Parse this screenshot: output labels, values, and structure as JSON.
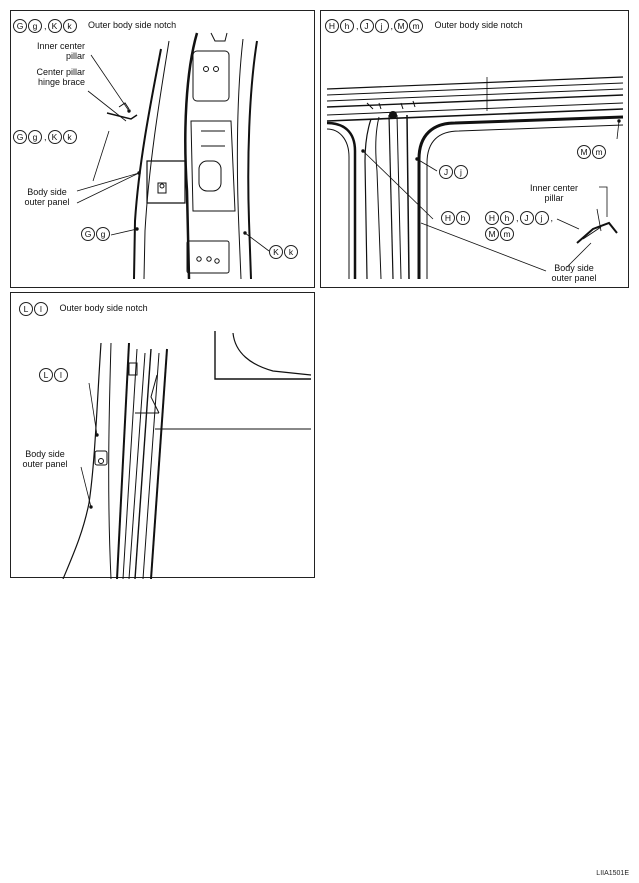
{
  "panel1": {
    "header": {
      "g1": "G",
      "g2": "g",
      "k1": "K",
      "k2": "k",
      "text": "Outer body side notch"
    },
    "inner_center_pillar": "Inner center\npillar",
    "center_pillar_hinge_brace": "Center pillar\nhinge brace",
    "callout_left": {
      "g1": "G",
      "g2": "g",
      "k1": "K",
      "k2": "k"
    },
    "body_side_outer_panel": "Body side\nouter panel",
    "callout_gg": {
      "a": "G",
      "b": "g"
    },
    "callout_kk": {
      "a": "K",
      "b": "k"
    }
  },
  "panel2": {
    "header": {
      "h1": "H",
      "h2": "h",
      "j1": "J",
      "j2": "j",
      "m1": "M",
      "m2": "m",
      "text": "Outer body side notch"
    },
    "callout_mm": {
      "a": "M",
      "b": "m"
    },
    "callout_jj": {
      "a": "J",
      "b": "j"
    },
    "callout_hh": {
      "a": "H",
      "b": "h"
    },
    "callout_group": {
      "h1": "H",
      "h2": "h",
      "j1": "J",
      "j2": "j",
      "m1": "M",
      "m2": "m"
    },
    "inner_center_pillar": "Inner center\npillar",
    "body_side_outer_panel": "Body side\nouter panel"
  },
  "panel3": {
    "header": {
      "l1": "L",
      "l2": "l",
      "text": "Outer body side notch"
    },
    "callout_ll": {
      "a": "L",
      "b": "l"
    },
    "body_side_outer_panel": "Body side\nouter panel"
  },
  "figure_code": "LIIA1501E",
  "colors": {
    "line": "#111111",
    "background": "#ffffff"
  }
}
